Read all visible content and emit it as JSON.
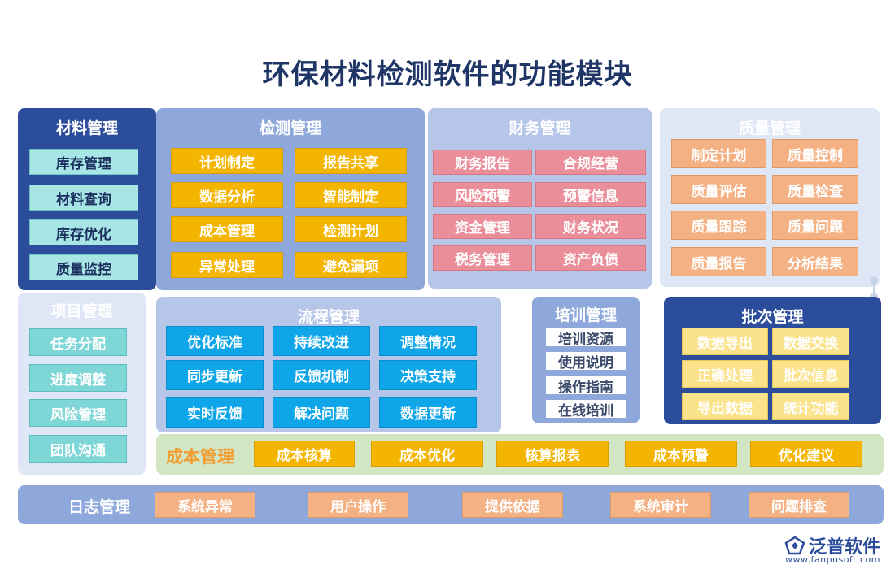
{
  "title": "环保材料检测软件的功能模块",
  "modules": {
    "material": {
      "title": "材料管理",
      "items": [
        "库存管理",
        "材料查询",
        "库存优化",
        "质量监控"
      ]
    },
    "inspection": {
      "title": "检测管理",
      "items": [
        "计划制定",
        "报告共享",
        "数据分析",
        "智能制定",
        "成本管理",
        "检测计划",
        "异常处理",
        "避免漏项"
      ]
    },
    "finance": {
      "title": "财务管理",
      "items": [
        "财务报告",
        "合规经营",
        "风险预警",
        "预警信息",
        "资金管理",
        "财务状况",
        "税务管理",
        "资产负债"
      ]
    },
    "quality": {
      "title": "质量管理",
      "items": [
        "制定计划",
        "质量控制",
        "质量评估",
        "质量检查",
        "质量跟踪",
        "质量问题",
        "质量报告",
        "分析结果"
      ]
    },
    "project": {
      "title": "项目管理",
      "items": [
        "任务分配",
        "进度调整",
        "风险管理",
        "团队沟通"
      ]
    },
    "process": {
      "title": "流程管理",
      "items": [
        "优化标准",
        "持续改进",
        "调整情况",
        "同步更新",
        "反馈机制",
        "决策支持",
        "实时反馈",
        "解决问题",
        "数据更新"
      ]
    },
    "training": {
      "title": "培训管理",
      "items": [
        "培训资源",
        "使用说明",
        "操作指南",
        "在线培训"
      ]
    },
    "batch": {
      "title": "批次管理",
      "items": [
        "数据导出",
        "数据交换",
        "正确处理",
        "批次信息",
        "导出数据",
        "统计功能"
      ]
    },
    "cost": {
      "title": "成本管理",
      "items": [
        "成本核算",
        "成本优化",
        "核算报表",
        "成本预警",
        "优化建议"
      ]
    },
    "log": {
      "title": "日志管理",
      "items": [
        "系统异常",
        "用户操作",
        "提供依据",
        "系统审计",
        "问题排查"
      ]
    }
  },
  "brand": {
    "name": "泛普软件",
    "url": "www.fanpusoft.com"
  },
  "colors": {
    "dark_blue": "#2c4c9c",
    "mid_blue": "#8fa8dc",
    "yellow": "#f3b500",
    "pink": "#ea8e9a",
    "orange": "#f4b183",
    "sky": "#0ea5e9",
    "cyan": "#a8e6e6"
  }
}
